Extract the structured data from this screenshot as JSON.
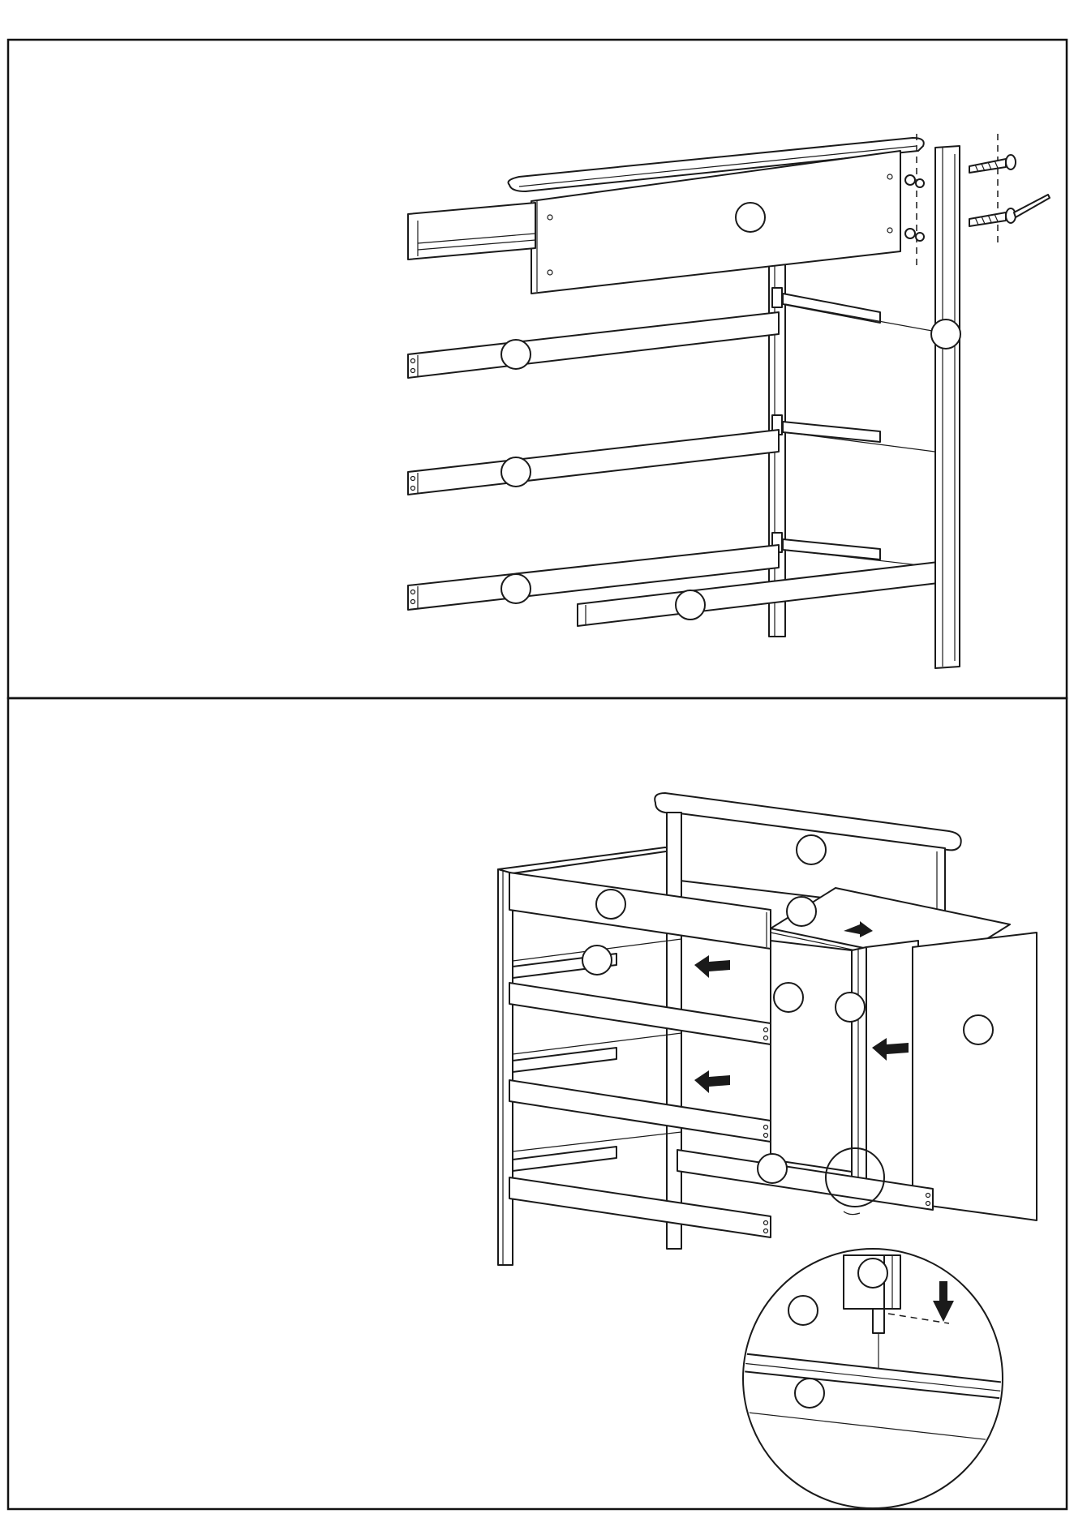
{
  "document": {
    "colors": {
      "line": "#1a1a1a",
      "paper": "#ffffff",
      "shade": "#dcdcdc"
    },
    "panels": [
      {
        "role": "step-upper",
        "callouts": [
          {
            "id": "callout-top-panel",
            "label": ""
          },
          {
            "id": "callout-side-post",
            "label": ""
          },
          {
            "id": "callout-rail-1",
            "label": ""
          },
          {
            "id": "callout-rail-2",
            "label": ""
          },
          {
            "id": "callout-rail-3",
            "label": ""
          },
          {
            "id": "callout-bottom-rail",
            "label": ""
          }
        ],
        "icons": [
          "screw-icon",
          "screwdriver-icon",
          "drawer-slide-icon"
        ]
      },
      {
        "role": "step-lower",
        "callouts": [
          {
            "id": "callout-back-panel",
            "label": ""
          },
          {
            "id": "callout-front-top-rail",
            "label": ""
          },
          {
            "id": "callout-top-board",
            "label": ""
          },
          {
            "id": "callout-slide",
            "label": ""
          },
          {
            "id": "callout-inner-panel",
            "label": ""
          },
          {
            "id": "callout-front-post",
            "label": ""
          },
          {
            "id": "callout-side-panel",
            "label": ""
          },
          {
            "id": "callout-front-bottom-rail",
            "label": ""
          },
          {
            "id": "callout-detail-post",
            "label": ""
          },
          {
            "id": "callout-detail-panel",
            "label": ""
          },
          {
            "id": "callout-detail-rail",
            "label": ""
          }
        ],
        "icons": [
          "push-arrow-icon",
          "down-arrow-icon",
          "magnifier-detail-icon"
        ]
      }
    ]
  }
}
